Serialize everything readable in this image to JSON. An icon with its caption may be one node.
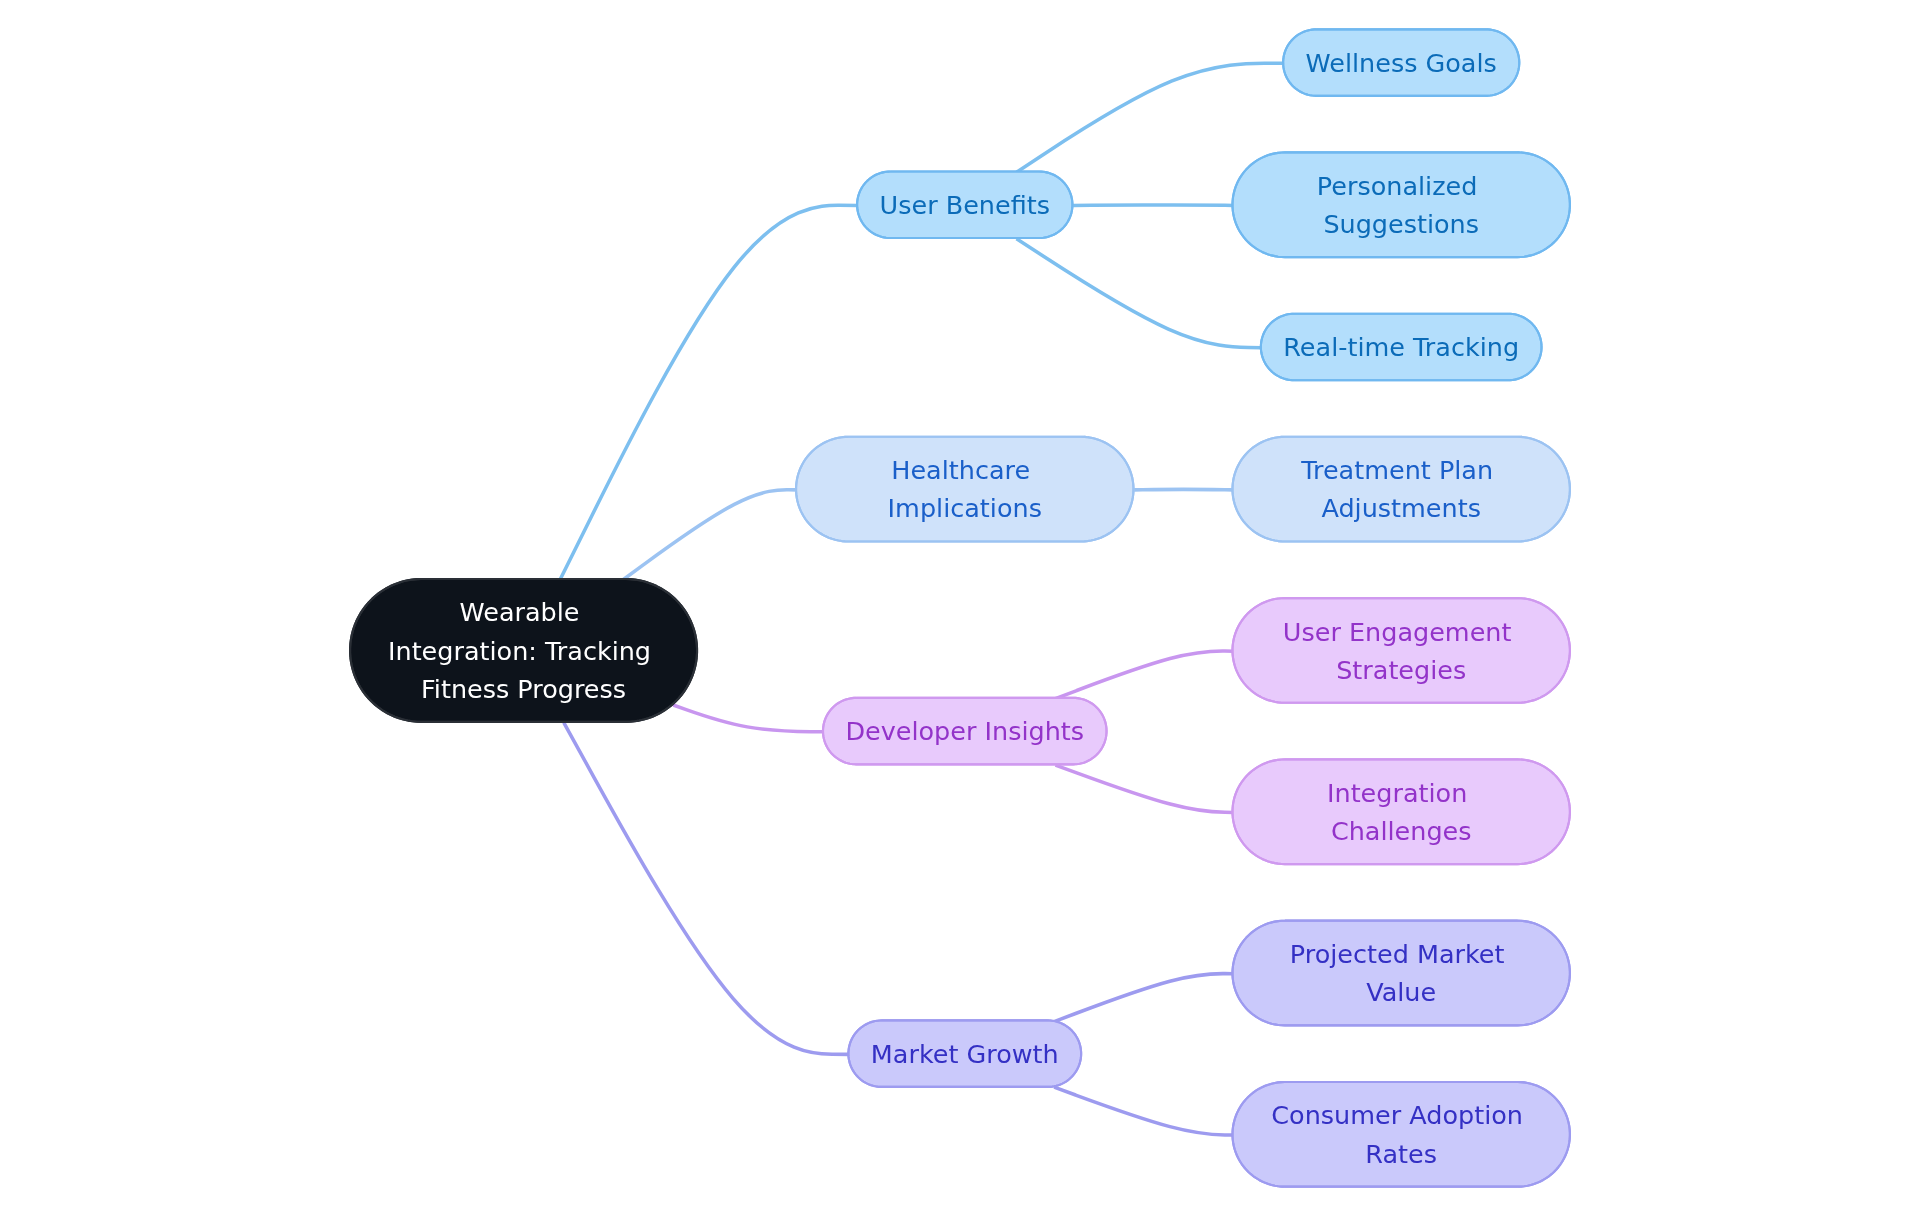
{
  "diagram": {
    "nodes": [
      {
        "text": [
          "Wearable Integration: Tracking Fitness Progress"
        ]
      },
      {
        "text": [
          "User Benefits"
        ]
      },
      {
        "text": [
          "Wellness Goals"
        ]
      },
      {
        "text": [
          "Personalized Suggestions"
        ]
      },
      {
        "text": [
          "Real-time Tracking"
        ]
      },
      {
        "text": [
          "Healthcare Implications"
        ]
      },
      {
        "text": [
          "Treatment Plan Adjustments"
        ]
      },
      {
        "text": [
          "Developer Insights"
        ]
      },
      {
        "text": [
          "User Engagement Strategies"
        ]
      },
      {
        "text": [
          "Integration Challenges"
        ]
      },
      {
        "text": [
          "Market Growth"
        ]
      },
      {
        "text": [
          "Projected Market Value"
        ]
      },
      {
        "text": [
          "Consumer Adoption Rates"
        ]
      }
    ],
    "edges": [
      {
        "from": 0,
        "to": 1,
        "arrow": "none",
        "color": "#7dbfef"
      },
      {
        "from": 1,
        "to": 2,
        "arrow": "none",
        "color": "#7dbfef"
      },
      {
        "from": 1,
        "to": 3,
        "arrow": "none",
        "color": "#7dbfef"
      },
      {
        "from": 1,
        "to": 4,
        "arrow": "none",
        "color": "#7dbfef"
      },
      {
        "from": 0,
        "to": 5,
        "arrow": "none",
        "color": "#9cc3f2"
      },
      {
        "from": 5,
        "to": 6,
        "arrow": "none",
        "color": "#9cc3f2"
      },
      {
        "from": 0,
        "to": 7,
        "arrow": "none",
        "color": "#c896ef"
      },
      {
        "from": 7,
        "to": 8,
        "arrow": "none",
        "color": "#c896ef"
      },
      {
        "from": 7,
        "to": 9,
        "arrow": "none",
        "color": "#c896ef"
      },
      {
        "from": 0,
        "to": 10,
        "arrow": "none",
        "color": "#9d9bef"
      },
      {
        "from": 10,
        "to": 11,
        "arrow": "none",
        "color": "#9d9bef"
      },
      {
        "from": 10,
        "to": 12,
        "arrow": "none",
        "color": "#9d9bef"
      }
    ]
  }
}
